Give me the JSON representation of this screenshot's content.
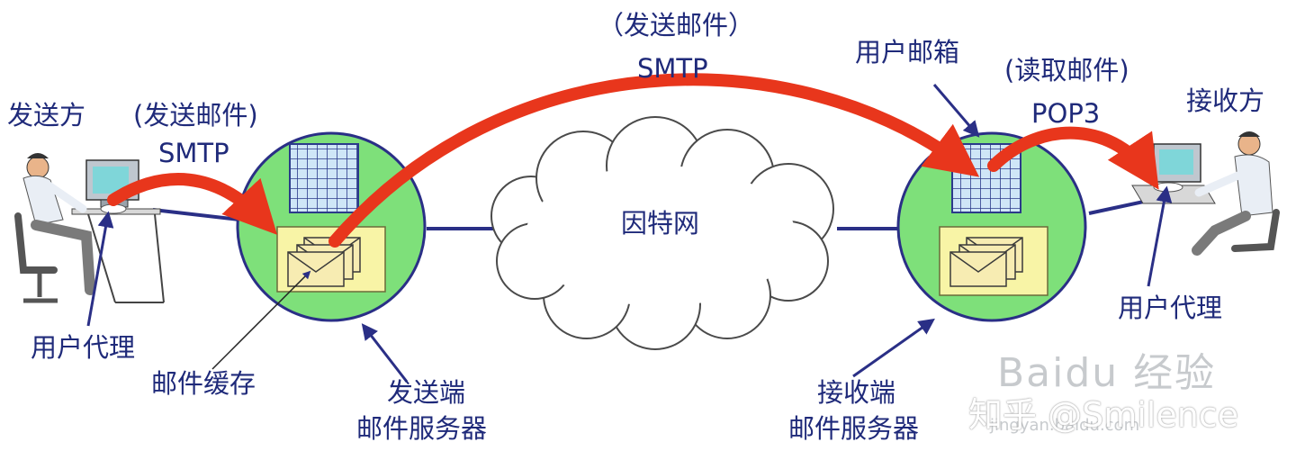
{
  "labels": {
    "sender": "发送方",
    "send_left": "(发送邮件)",
    "smtp_left": "SMTP",
    "send_top": "（发送邮件）",
    "smtp_top": "SMTP",
    "mailbox": "用户邮箱",
    "read_mail": "(读取邮件)",
    "pop3": "POP3",
    "receiver": "接收方",
    "internet": "因特网",
    "ua_left": "用户代理",
    "ua_right": "用户代理",
    "mail_cache": "邮件缓存",
    "send_server_1": "发送端",
    "send_server_2": "邮件服务器",
    "recv_server_1": "接收端",
    "recv_server_2": "邮件服务器"
  },
  "watermark": {
    "brand": "Baidu 经验",
    "credit": "知乎 @Smilence",
    "url": "jingyan.baidu.com"
  },
  "colors": {
    "label_text": "#1f2a7a",
    "arrow_red": "#e8361c",
    "server_green": "#7ee07a",
    "server_edge": "#2a2f86",
    "link_line": "#2a2f86",
    "cache_yellow": "#f8f4a6",
    "mailbox_grid": "#cfe6f7"
  }
}
